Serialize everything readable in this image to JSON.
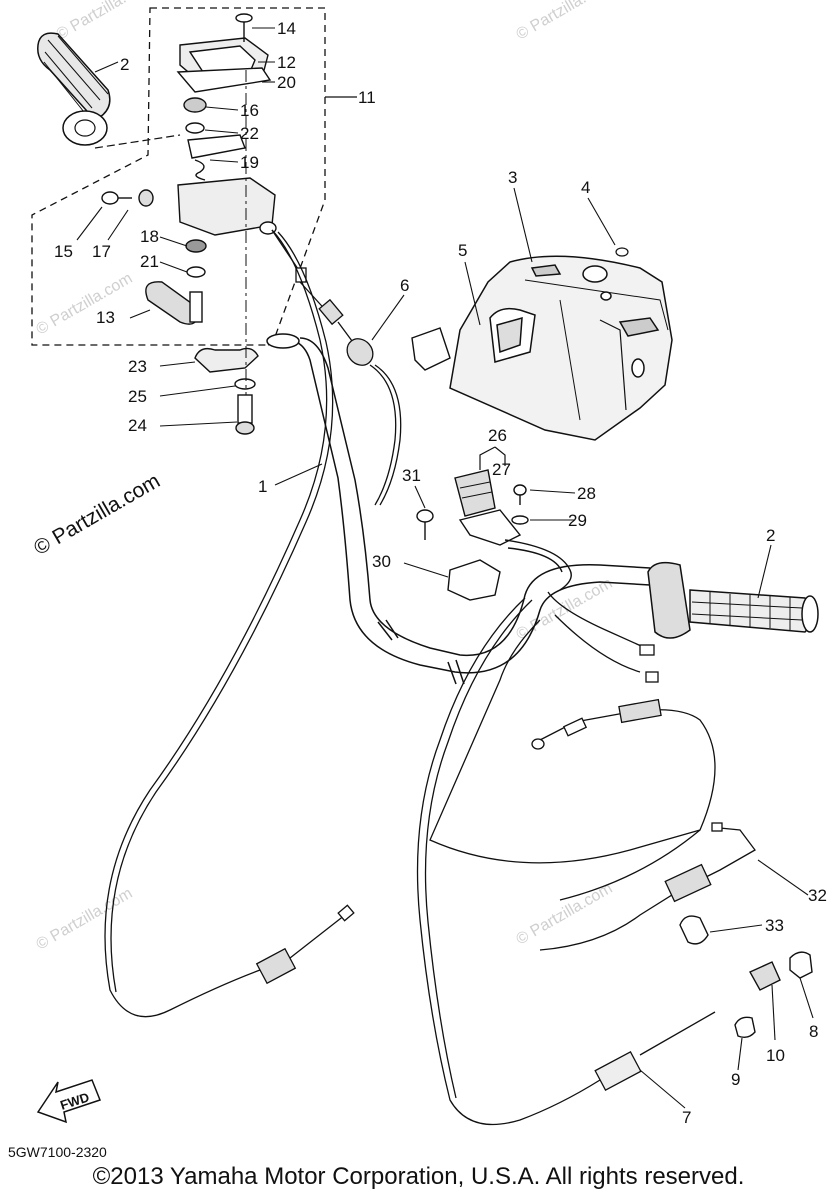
{
  "diagram": {
    "part_numbers": [
      "1",
      "2",
      "2",
      "3",
      "4",
      "5",
      "6",
      "7",
      "8",
      "9",
      "10",
      "11",
      "12",
      "13",
      "14",
      "15",
      "16",
      "17",
      "18",
      "19",
      "20",
      "21",
      "22",
      "23",
      "24",
      "25",
      "26",
      "27",
      "28",
      "29",
      "30",
      "31",
      "32",
      "33"
    ],
    "fwd_label": "FWD",
    "diagram_code": "5GW7100-2320",
    "copyright": "©2013 Yamaha Motor Corporation, U.S.A. All rights reserved.",
    "partzilla_mark": "© Partzilla.com",
    "watermark_text": "© Partzilla.com"
  }
}
